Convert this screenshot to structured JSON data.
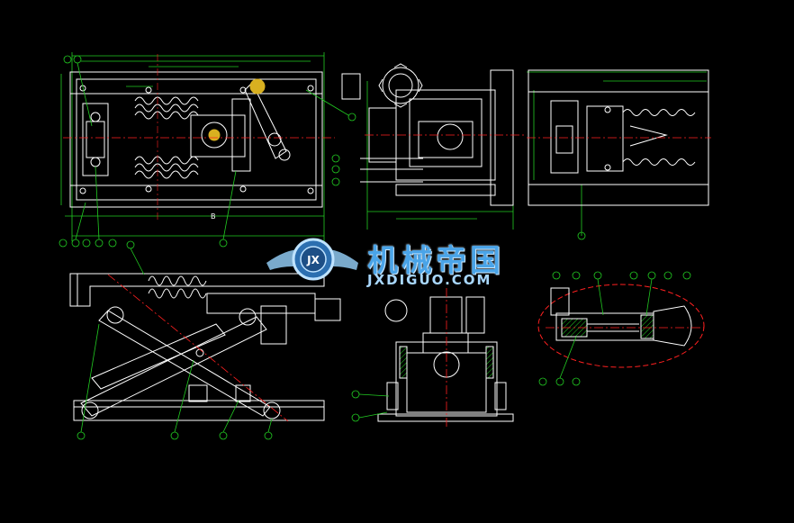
{
  "watermark": {
    "brand_cn": "机械帝国",
    "url": "JXDIGUO.COM",
    "logo_letters": "JX"
  },
  "colors": {
    "part": "#ffffff",
    "dimension": "#22cc22",
    "centerline": "#ff2020",
    "label": "#33ff33",
    "watermark_blue": "#4aa4e8",
    "section_ellipse": "#ff2020"
  },
  "views": {
    "top_view": {
      "letter": "B"
    },
    "side_view": {},
    "front_view": {},
    "right_view": {},
    "detail_view": {}
  }
}
